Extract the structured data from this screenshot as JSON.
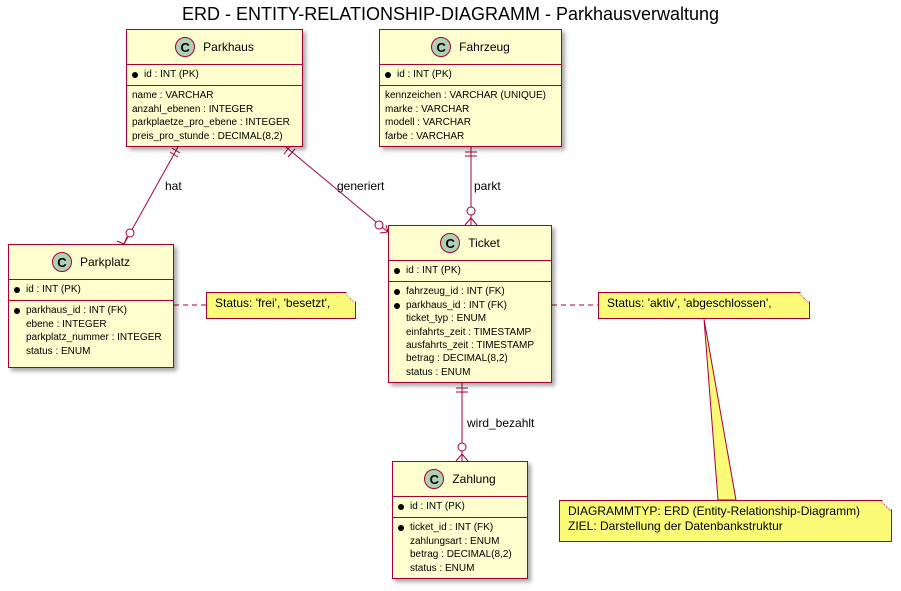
{
  "title": "ERD - ENTITY-RELATIONSHIP-DIAGRAMM - Parkhausverwaltung",
  "colors": {
    "entity_fill": "#fefece",
    "border": "#a80036",
    "icon_fill": "#add1b2",
    "note_fill": "#fbfb77"
  },
  "entities": {
    "parkhaus": {
      "icon": "C",
      "name": "Parkhaus",
      "pk": [
        "id : INT (PK)"
      ],
      "fields": [
        "name : VARCHAR",
        "anzahl_ebenen : INTEGER",
        "parkplaetze_pro_ebene : INTEGER",
        "preis_pro_stunde : DECIMAL(8,2)"
      ]
    },
    "fahrzeug": {
      "icon": "C",
      "name": "Fahrzeug",
      "pk": [
        "id : INT (PK)"
      ],
      "fields": [
        "kennzeichen : VARCHAR (UNIQUE)",
        "marke : VARCHAR",
        "modell : VARCHAR",
        "farbe : VARCHAR"
      ]
    },
    "parkplatz": {
      "icon": "C",
      "name": "Parkplatz",
      "pk": [
        "id : INT (PK)"
      ],
      "fk": [
        "parkhaus_id : INT (FK)"
      ],
      "fields": [
        "ebene : INTEGER",
        "parkplatz_nummer : INTEGER",
        "status : ENUM"
      ]
    },
    "ticket": {
      "icon": "C",
      "name": "Ticket",
      "pk": [
        "id : INT (PK)"
      ],
      "fk": [
        "fahrzeug_id : INT (FK)",
        "parkhaus_id : INT (FK)"
      ],
      "fields": [
        "ticket_typ : ENUM",
        "einfahrts_zeit : TIMESTAMP",
        "ausfahrts_zeit : TIMESTAMP",
        "betrag : DECIMAL(8,2)",
        "status : ENUM"
      ]
    },
    "zahlung": {
      "icon": "C",
      "name": "Zahlung",
      "pk": [
        "id : INT (PK)"
      ],
      "fk": [
        "ticket_id : INT (FK)"
      ],
      "fields": [
        "zahlungsart : ENUM",
        "betrag : DECIMAL(8,2)",
        "status : ENUM"
      ]
    }
  },
  "relations": {
    "hat": "hat",
    "generiert": "generiert",
    "parkt": "parkt",
    "wird_bezahlt": "wird_bezahlt"
  },
  "notes": {
    "parkplatz_status": "Status: 'frei', 'besetzt',",
    "ticket_status": "Status: 'aktiv', 'abgeschlossen',",
    "diagram_info": [
      "DIAGRAMMTYP: ERD (Entity-Relationship-Diagramm)",
      "ZIEL: Darstellung der Datenbankstruktur"
    ]
  }
}
